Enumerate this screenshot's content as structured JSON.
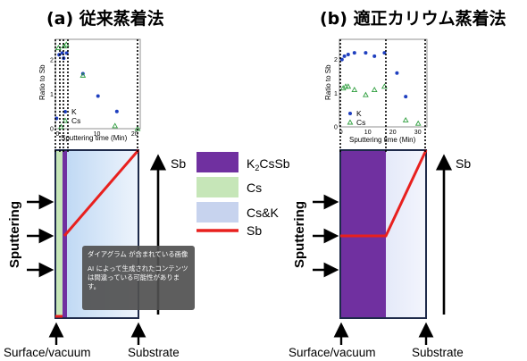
{
  "panel_a": {
    "title": "(a) 従来蒸着法",
    "chart_data": {
      "type": "scatter",
      "xlabel": "Sputtering time (Min)",
      "ylabel": "Ratio to Sb",
      "xticks": [
        "0",
        "10",
        "20"
      ],
      "yticks": [
        "0",
        "1",
        "2"
      ],
      "xlim": [
        -0.8,
        21.7
      ],
      "ylim": [
        0,
        2.6
      ],
      "series": [
        {
          "name": "K",
          "color": "#1f3fbf",
          "marker": "dot",
          "x": [
            -0.5,
            0.2,
            1.0,
            1.4,
            2.2,
            6.5,
            10.5,
            15.5
          ],
          "y": [
            0.3,
            2.15,
            2.2,
            2.05,
            2.2,
            1.6,
            0.95,
            0.5
          ]
        },
        {
          "name": "Cs",
          "color": "#2e9e3e",
          "marker": "triangle",
          "x": [
            0.0,
            0.7,
            1.5,
            2.1,
            6.5,
            15.0,
            21.0
          ],
          "y": [
            2.35,
            0.05,
            2.4,
            2.45,
            1.55,
            0.08,
            0.0
          ]
        }
      ]
    },
    "left_label": "Surface/vacuum",
    "right_label": "Substrate",
    "sputtering_label": "Sputtering",
    "sb_axis_label": "Sb"
  },
  "panel_b": {
    "title": "(b) 適正カリウム蒸着法",
    "chart_data": {
      "type": "scatter",
      "xlabel": "Sputtering time (Min)",
      "ylabel": "Ratio to Sb",
      "xticks": [
        "0",
        "10",
        "20",
        "30"
      ],
      "yticks": [
        "0",
        "1",
        "2"
      ],
      "xlim": [
        -1,
        34
      ],
      "ylim": [
        0,
        2.6
      ],
      "series": [
        {
          "name": "K",
          "color": "#1f3fbf",
          "marker": "dot",
          "x": [
            0.0,
            1.0,
            2.5,
            5.0,
            9.5,
            13.0,
            17.0,
            22.0,
            25.5
          ],
          "y": [
            2.0,
            2.1,
            2.15,
            2.2,
            2.2,
            2.1,
            2.2,
            1.6,
            0.9
          ]
        },
        {
          "name": "Cs",
          "color": "#2e9e3e",
          "marker": "triangle",
          "x": [
            0.5,
            1.5,
            2.5,
            5.0,
            9.5,
            13.0,
            17.0,
            25.5,
            30.5
          ],
          "y": [
            1.15,
            1.2,
            1.2,
            1.1,
            0.95,
            1.1,
            1.2,
            0.2,
            0.1
          ]
        }
      ]
    },
    "left_label": "Surface/vacuum",
    "right_label": "Substrate",
    "sputtering_label": "Sputtering",
    "sb_axis_label": "Sb"
  },
  "legend": {
    "items": [
      {
        "label": "K2CsSb",
        "color": "#7030a0"
      },
      {
        "label": "Cs",
        "color": "#c6e6b8"
      },
      {
        "label": "Cs&K",
        "color": "#c7d3ee"
      },
      {
        "label": "Sb",
        "color": "#e8201e"
      }
    ]
  },
  "tooltip": {
    "line1": "ダイアグラム が含まれている画像",
    "line2": "AI によって生成されたコンテンツは間違っている可能性があります。"
  }
}
